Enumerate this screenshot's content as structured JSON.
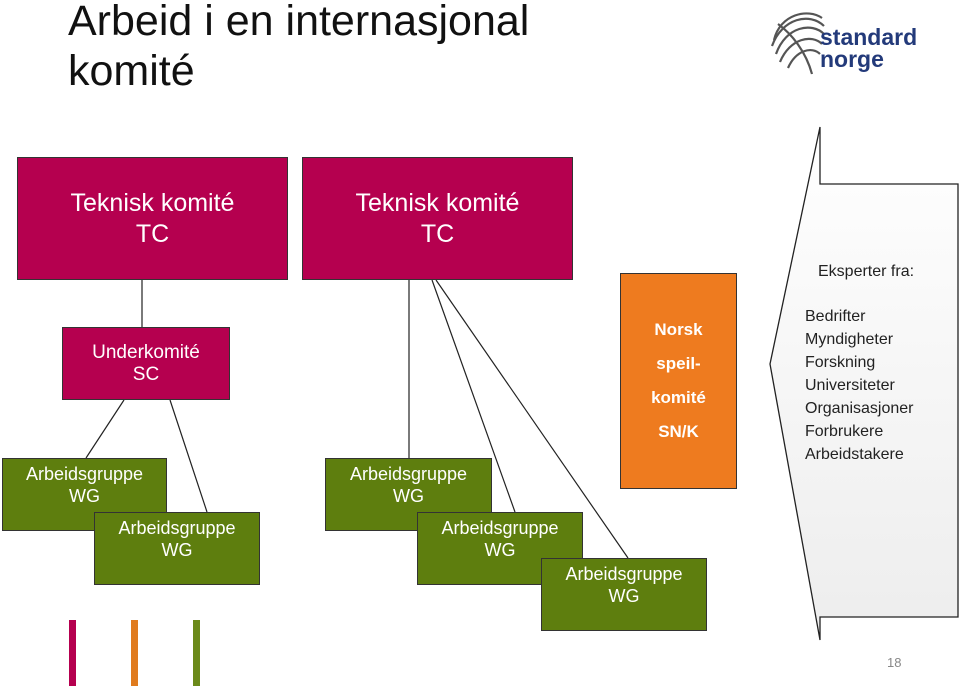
{
  "title": {
    "line1": "Arbeid i en internasjonal",
    "line2": "komité"
  },
  "logo": {
    "line1": "standard",
    "line2": "norge"
  },
  "boxes": {
    "tc1": {
      "line1": "Teknisk komité",
      "line2": "TC"
    },
    "tc2": {
      "line1": "Teknisk komité",
      "line2": "TC"
    },
    "sc": {
      "line1": "Underkomité",
      "line2": "SC"
    },
    "wg1": {
      "line1": "Arbeidsgruppe",
      "line2": "WG"
    },
    "wg2": {
      "line1": "Arbeidsgruppe",
      "line2": "WG"
    },
    "wg3": {
      "line1": "Arbeidsgruppe",
      "line2": "WG"
    },
    "wg4": {
      "line1": "Arbeidsgruppe",
      "line2": "WG"
    },
    "wg5": {
      "line1": "Arbeidsgruppe",
      "line2": "WG"
    },
    "norsk": {
      "line1": "Norsk",
      "line2": "speil-",
      "line3": "komité",
      "line4": "SN/K"
    }
  },
  "experts": {
    "heading": "Eksperter fra:",
    "items": [
      "Bedrifter",
      "Myndigheter",
      "Forskning",
      "Universiteter",
      "Organisasjoner",
      "Forbrukere",
      "Arbeidstakere"
    ]
  },
  "page_number": "18",
  "colors": {
    "committee": "#b5004f",
    "working_group": "#5e7e0e",
    "mirror_committee": "#ee7b1f",
    "bar_magenta": "#b5004f",
    "bar_orange": "#e07b1e",
    "bar_green": "#6b8a1a"
  }
}
